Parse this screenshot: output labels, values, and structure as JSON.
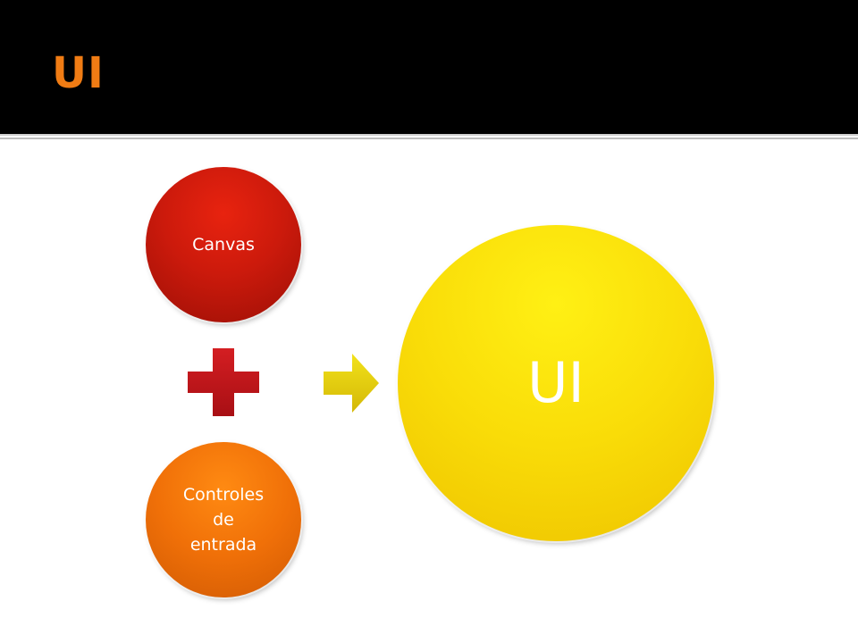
{
  "slide": {
    "title": "UI"
  },
  "diagram": {
    "inputs": [
      {
        "label": "Canvas",
        "color": "#cc1a0c"
      },
      {
        "label": "Controles\nde\nentrada",
        "color": "#f07008"
      }
    ],
    "operator_icon": "plus-icon",
    "arrow_icon": "arrow-right-icon",
    "result": {
      "label": "UI",
      "color": "#f9dc08"
    }
  },
  "colors": {
    "title": "#f07c14",
    "plus": "#c0161a",
    "arrow": "#e8d010"
  }
}
